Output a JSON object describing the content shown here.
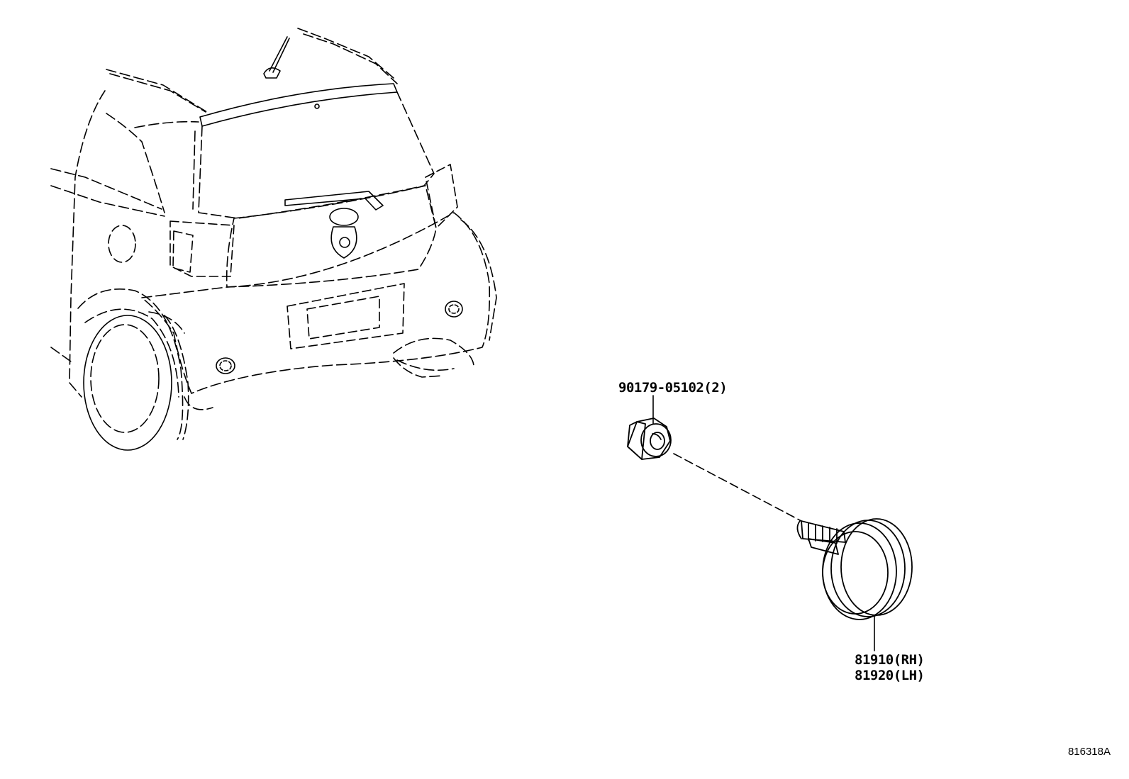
{
  "parts": {
    "nut": {
      "part_number": "90179-05102(2)"
    },
    "reflector_rh": {
      "part_number": "81910(RH)"
    },
    "reflector_lh": {
      "part_number": "81920(LH)"
    }
  },
  "figure_id": "816318A",
  "colors": {
    "line": "#000000",
    "background": "#ffffff"
  }
}
